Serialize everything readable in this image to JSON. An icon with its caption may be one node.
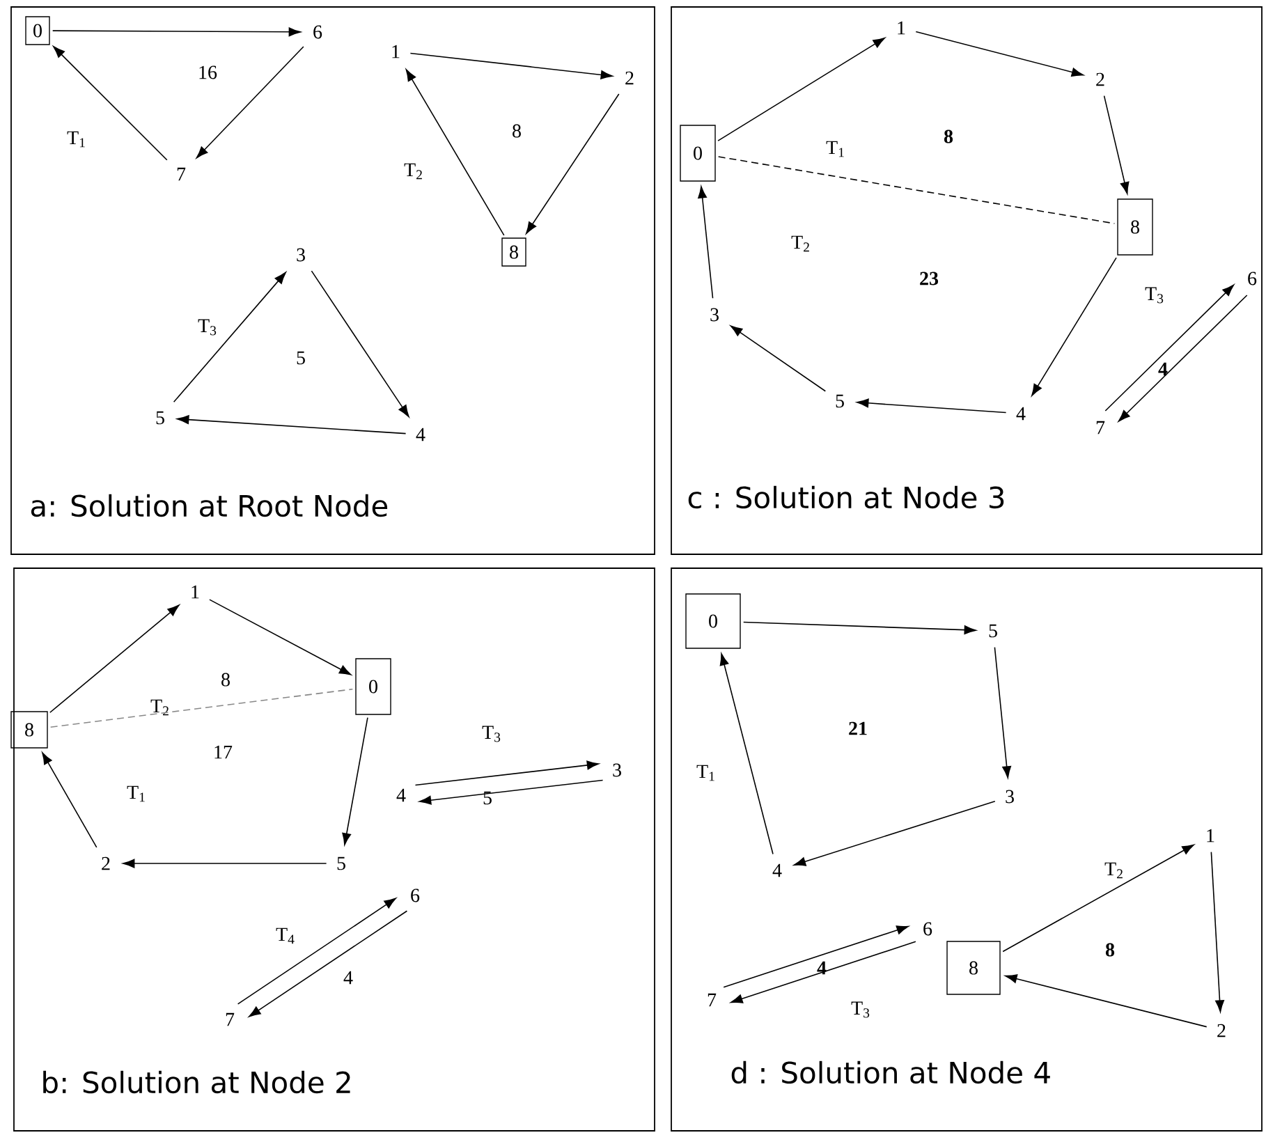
{
  "diagram": {
    "nodes": [
      {
        "text": [
          "16",
          "8",
          "T$_{1}$",
          "T$_{2}$",
          "T$_{3}$",
          "5",
          "a: Solution at Root Node"
        ]
      },
      {
        "text": [
          "0"
        ],
        "in": 0
      },
      {
        "text": [
          "6"
        ],
        "in": 0
      },
      {
        "text": [
          "1"
        ],
        "in": 0
      },
      {
        "text": [
          "2"
        ],
        "in": 0
      },
      {
        "text": [
          "7"
        ],
        "in": 0
      },
      {
        "text": [
          "8"
        ],
        "in": 0
      },
      {
        "text": [
          "3"
        ],
        "in": 0
      },
      {
        "text": [
          "5"
        ],
        "in": 0
      },
      {
        "text": [
          "4"
        ],
        "in": 0
      },
      {
        "text": [
          "8",
          "T$_{1}$",
          "T$_{2}$",
          "23",
          "T$_{3}$",
          "4",
          "c : Solution at Node 3"
        ]
      },
      {
        "text": [
          "1"
        ],
        "in": 10
      },
      {
        "text": [
          "2"
        ],
        "in": 10
      },
      {
        "text": [
          "0"
        ],
        "in": 10
      },
      {
        "text": [
          "8"
        ],
        "in": 10
      },
      {
        "text": [
          "6"
        ],
        "in": 10
      },
      {
        "text": [
          "3"
        ],
        "in": 10
      },
      {
        "text": [
          "5"
        ],
        "in": 10
      },
      {
        "text": [
          "4"
        ],
        "in": 10
      },
      {
        "text": [
          "7"
        ],
        "in": 10
      },
      {
        "text": [
          "8",
          "T$_{2}$",
          "T$_{3}$",
          "17",
          "T$_{1}$",
          "5",
          "T$_{4}$",
          "4",
          "b: Solution at Node 2"
        ]
      },
      {
        "text": [
          "1"
        ],
        "in": 20
      },
      {
        "text": [
          "0"
        ],
        "in": 20
      },
      {
        "text": [
          "8"
        ],
        "in": 20
      },
      {
        "text": [
          "3"
        ],
        "in": 20
      },
      {
        "text": [
          "4"
        ],
        "in": 20
      },
      {
        "text": [
          "2"
        ],
        "in": 20
      },
      {
        "text": [
          "5"
        ],
        "in": 20
      },
      {
        "text": [
          "6"
        ],
        "in": 20
      },
      {
        "text": [
          "7"
        ],
        "in": 20
      },
      {
        "text": [
          "21",
          "T$_{1}$",
          "T$_{2}$",
          "8",
          "4",
          "T$_{3}$",
          "d : Solution at Node 4"
        ]
      },
      {
        "text": [
          "0"
        ],
        "in": 30
      },
      {
        "text": [
          "5"
        ],
        "in": 30
      },
      {
        "text": [
          "3"
        ],
        "in": 30
      },
      {
        "text": [
          "1"
        ],
        "in": 30
      },
      {
        "text": [
          "4"
        ],
        "in": 30
      },
      {
        "text": [
          "6"
        ],
        "in": 30
      },
      {
        "text": [
          "8"
        ],
        "in": 30
      },
      {
        "text": [
          "7"
        ],
        "in": 30
      },
      {
        "text": [
          "2"
        ],
        "in": 30
      }
    ],
    "edges": [
      {
        "from": 1,
        "to": 2,
        "arrow": "to"
      },
      {
        "from": 2,
        "to": 5,
        "arrow": "to"
      },
      {
        "from": 5,
        "to": 1,
        "arrow": "to"
      },
      {
        "from": 3,
        "to": 4,
        "arrow": "to"
      },
      {
        "from": 4,
        "to": 6,
        "arrow": "to"
      },
      {
        "from": 6,
        "to": 3,
        "arrow": "to"
      },
      {
        "from": 7,
        "to": 9,
        "arrow": "to"
      },
      {
        "from": 9,
        "to": 8,
        "arrow": "to"
      },
      {
        "from": 8,
        "to": 7,
        "arrow": "to"
      },
      {
        "from": 13,
        "to": 11,
        "arrow": "to"
      },
      {
        "from": 11,
        "to": 12,
        "arrow": "to"
      },
      {
        "from": 12,
        "to": 14,
        "arrow": "to"
      },
      {
        "from": 14,
        "to": 18,
        "arrow": "to"
      },
      {
        "from": 18,
        "to": 17,
        "arrow": "to"
      },
      {
        "from": 17,
        "to": 16,
        "arrow": "to"
      },
      {
        "from": 16,
        "to": 13,
        "arrow": "to"
      },
      {
        "from": 13,
        "to": 14,
        "arrow": "none",
        "style": "dashed"
      },
      {
        "from": 19,
        "to": 15,
        "arrow": "to"
      },
      {
        "from": 15,
        "to": 19,
        "arrow": "to"
      },
      {
        "from": 23,
        "to": 21,
        "arrow": "to"
      },
      {
        "from": 21,
        "to": 22,
        "arrow": "to"
      },
      {
        "from": 22,
        "to": 27,
        "arrow": "to"
      },
      {
        "from": 27,
        "to": 26,
        "arrow": "to"
      },
      {
        "from": 26,
        "to": 23,
        "arrow": "to"
      },
      {
        "from": 23,
        "to": 22,
        "arrow": "none",
        "style": "dashed",
        "color": "#888888"
      },
      {
        "from": 25,
        "to": 24,
        "arrow": "to"
      },
      {
        "from": 24,
        "to": 25,
        "arrow": "to"
      },
      {
        "from": 28,
        "to": 29,
        "arrow": "to"
      },
      {
        "from": 29,
        "to": 28,
        "arrow": "to"
      },
      {
        "from": 31,
        "to": 32,
        "arrow": "to"
      },
      {
        "from": 32,
        "to": 33,
        "arrow": "to"
      },
      {
        "from": 33,
        "to": 35,
        "arrow": "to"
      },
      {
        "from": 35,
        "to": 31,
        "arrow": "to"
      },
      {
        "from": 37,
        "to": 34,
        "arrow": "to"
      },
      {
        "from": 34,
        "to": 39,
        "arrow": "to"
      },
      {
        "from": 39,
        "to": 37,
        "arrow": "to"
      },
      {
        "from": 36,
        "to": 38,
        "arrow": "to"
      },
      {
        "from": 38,
        "to": 36,
        "arrow": "to"
      }
    ]
  }
}
